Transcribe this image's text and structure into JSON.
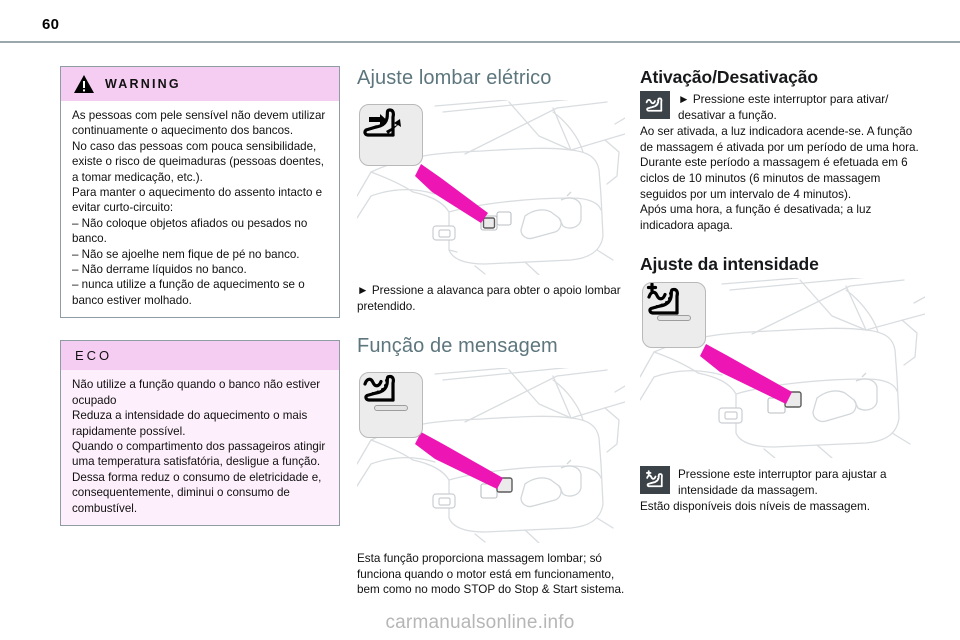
{
  "page": {
    "number": "60"
  },
  "watermark": {
    "text": "carmanualsonline.info"
  },
  "left_column": {
    "warning_box": {
      "icon": "warning-triangle-icon",
      "title": "WARNING",
      "body": "As pessoas com pele sensível não devem utilizar continuamente o aquecimento dos bancos.\nNo caso das pessoas com pouca sensibilidade, existe o risco de queimaduras (pessoas doentes, a tomar medicação, etc.).\nPara manter o aquecimento do assento intacto e evitar curto-circuito:\n–  Não coloque objetos afiados ou pesados no banco.\n–  Não se ajoelhe nem fique de pé no banco.\n–  Não derrame líquidos no banco.\n–  nunca utilize a função de aquecimento se o banco estiver molhado."
    },
    "eco_box": {
      "title": "ECO",
      "body": "Não utilize a função quando o banco não estiver ocupado\nReduza a intensidade do aquecimento o mais rapidamente possível.\nQuando o compartimento dos passageiros atingir uma temperatura satisfatória, desligue a função. Dessa forma reduz o consumo de eletricidade e, consequentemente, diminui o consumo de combustível."
    }
  },
  "middle_column": {
    "section1": {
      "title": "Ajuste lombar elétrico",
      "keycap_icon": "lumbar-support-seat-icon",
      "illustration": "car-seat-side-controls-illustration",
      "text": "►  Pressione a alavanca para obter o apoio lombar pretendido."
    },
    "section2": {
      "title": "Função de mensagem",
      "keycap_icon": "massage-seat-icon",
      "illustration": "car-seat-side-controls-illustration",
      "text": "Esta função proporciona massagem lombar; só funciona quando o motor está em funcionamento, bem como no modo STOP do Stop & Start sistema."
    }
  },
  "right_column": {
    "section1": {
      "title": "Ativação/Desativação",
      "chip_icon": "massage-seat-icon",
      "chip_text": "►  Pressione este interruptor para ativar/ desativar a função.",
      "body": "Ao ser ativada, a luz indicadora acende-se. A função de massagem é ativada por um período de uma hora.\nDurante este período a massagem é efetuada em 6 ciclos de 10 minutos (6 minutos de massagem seguidos por um intervalo de 4 minutos).\nApós uma hora, a função é desativada; a luz indicadora apaga."
    },
    "section2": {
      "title": "Ajuste da intensidade",
      "keycap_icon": "massage-intensity-seat-icon",
      "illustration": "car-seat-side-controls-illustration",
      "chip_icon": "massage-intensity-seat-icon",
      "chip_text": "Pressione este interruptor para ajustar a intensidade da massagem.",
      "body": "Estão disponíveis dois níveis de massagem."
    }
  },
  "colors": {
    "accent_pink": "#f6cdf2",
    "arrow_magenta": "#ed15b4",
    "heading_slate": "#5d767e",
    "rule_gray": "#9aa7ad",
    "chip_dark": "#3b4348"
  }
}
